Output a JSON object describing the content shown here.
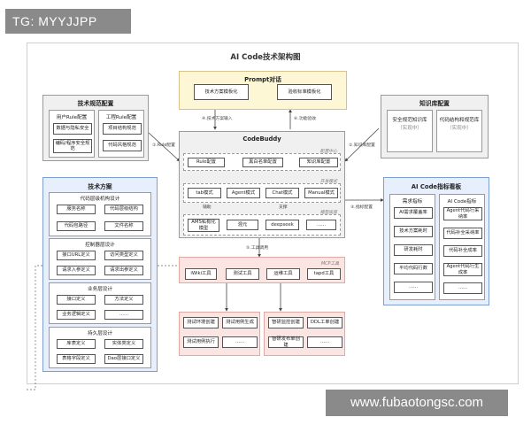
{
  "watermark_top": "TG: MYYJJPP",
  "watermark_bottom": "www.fubaotongsc.com",
  "diagram_title": "AI Code技术架构图",
  "prompt": {
    "title": "Prompt对话",
    "b1": "技术方案模板化",
    "b2": "验收标准模板化"
  },
  "tech_spec": {
    "title": "技术规范配置",
    "user_title": "用户Rule配置",
    "user_items": [
      "数据与隐私安全",
      "编码/程序安全规范"
    ],
    "project_title": "工程Rule配置",
    "project_items": [
      "项目结构规范",
      "代码风格规范"
    ]
  },
  "knowledge": {
    "title": "知识库配置",
    "k1": "安全规范知识库",
    "k1_note": "（实现中）",
    "k2": "代码结构和规范库",
    "k2_note": "（实现中）"
  },
  "codebuddy": {
    "title": "CodeBuddy",
    "config_center": "配置中心",
    "config_items": [
      "Rule配置",
      "黑白名单配置",
      "知识库配置"
    ],
    "dev_mode": "开发模式",
    "modes": [
      "tab模式",
      "Agent模式",
      "Chat模式",
      "Manual模式"
    ],
    "model_base": "模型底座",
    "models": [
      "AMS私有化模型",
      "混元",
      "deepseek",
      "......"
    ],
    "assist": "辅助",
    "support": "支撑"
  },
  "arrows": {
    "a1": "①.Rule配置",
    "a2": "②.知识库配置",
    "a3": "③.指标配置",
    "a4": "④.技术方案输入",
    "a5": "⑤.工具调用",
    "a6": "⑥.功能验收"
  },
  "solution": {
    "title": "技术方案",
    "code_design": {
      "title": "代码层级机构设计",
      "items": [
        "服务名称",
        "代码层级结构",
        "代码包路径",
        "文件名称"
      ]
    },
    "controller": {
      "title": "控制器层设计",
      "items": [
        "接口URL定义",
        "访问类型定义",
        "请求入参定义",
        "请求出参定义"
      ]
    },
    "service": {
      "title": "业务层设计",
      "items": [
        "接口定义",
        "方法定义",
        "业务逻辑定义",
        "......"
      ]
    },
    "persistence": {
      "title": "持久层设计",
      "items": [
        "库表定义",
        "实体类定义",
        "表格字段定义",
        "Dao层接口定义"
      ]
    }
  },
  "metrics": {
    "title": "AI Code指标看板",
    "demand_title": "需求指标",
    "demand_items": [
      "AI需求覆盖率",
      "技术方案耗时",
      "研发耗时",
      "平均代码行数",
      "......"
    ],
    "code_title": "AI Code指标",
    "code_items": [
      "Agent代码行采纳率",
      "代码补全采纳率",
      "代码补全成率",
      "Agent代码行生成率",
      "......"
    ]
  },
  "mcp": {
    "title": "MCP工具",
    "tools": [
      "iWiki工具",
      "测试工具",
      "运维工具",
      "tapd工具"
    ],
    "test_items": [
      "测试环境创建",
      "测试用例生成",
      "测试用例执行",
      "......"
    ],
    "ops_items": [
      "智研监控创建",
      "DDL工单创建",
      "智研发布单创建",
      "......"
    ]
  }
}
